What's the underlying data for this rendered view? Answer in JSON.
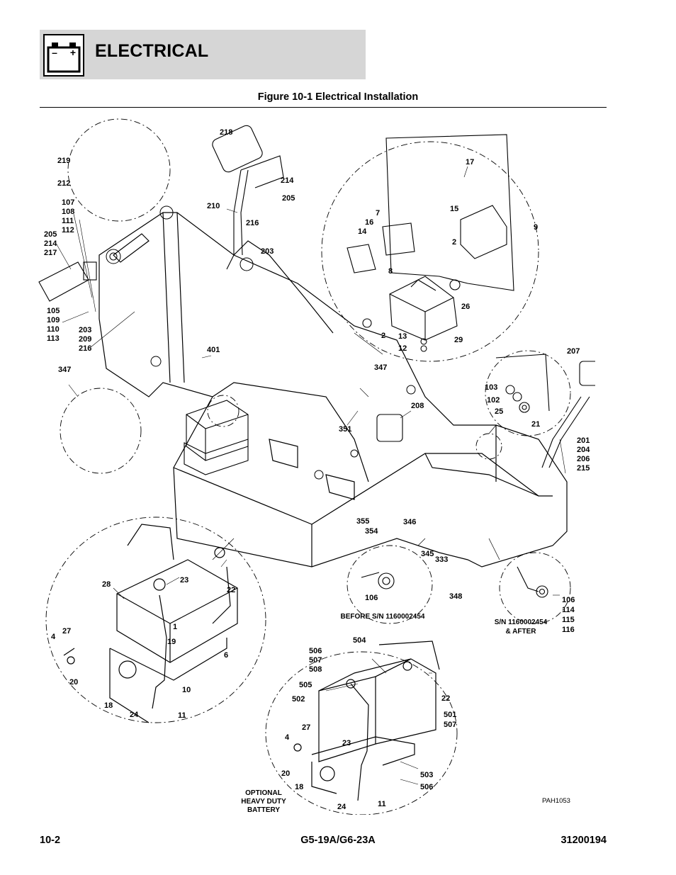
{
  "header": {
    "section_title": "ELECTRICAL",
    "battery_symbols": {
      "minus": "–",
      "plus": "+"
    }
  },
  "figure": {
    "caption": "Figure 10-1 Electrical Installation",
    "drawing_code": "PAH1053",
    "notes": {
      "before_sn": "BEFORE S/N 1160002454",
      "after_sn_1": "S/N 1160002454",
      "after_sn_2": "& AFTER",
      "optional_1": "OPTIONAL",
      "optional_2": "HEAVY DUTY",
      "optional_3": "BATTERY"
    },
    "callouts": [
      {
        "text": "218"
      },
      {
        "text": "219"
      },
      {
        "text": "212"
      },
      {
        "text": "214"
      },
      {
        "text": "205"
      },
      {
        "text": "210"
      },
      {
        "text": "216"
      },
      {
        "text": "203"
      },
      {
        "text": "107"
      },
      {
        "text": "108"
      },
      {
        "text": "111"
      },
      {
        "text": "112"
      },
      {
        "text": "205"
      },
      {
        "text": "214"
      },
      {
        "text": "217"
      },
      {
        "text": "105"
      },
      {
        "text": "109"
      },
      {
        "text": "110"
      },
      {
        "text": "113"
      },
      {
        "text": "203"
      },
      {
        "text": "209"
      },
      {
        "text": "216"
      },
      {
        "text": "401"
      },
      {
        "text": "347"
      },
      {
        "text": "347"
      },
      {
        "text": "351"
      },
      {
        "text": "208"
      },
      {
        "text": "17"
      },
      {
        "text": "7"
      },
      {
        "text": "16"
      },
      {
        "text": "14"
      },
      {
        "text": "15"
      },
      {
        "text": "9"
      },
      {
        "text": "2"
      },
      {
        "text": "8"
      },
      {
        "text": "26"
      },
      {
        "text": "2"
      },
      {
        "text": "13"
      },
      {
        "text": "12"
      },
      {
        "text": "29"
      },
      {
        "text": "207"
      },
      {
        "text": "103"
      },
      {
        "text": "102"
      },
      {
        "text": "25"
      },
      {
        "text": "21"
      },
      {
        "text": "201"
      },
      {
        "text": "204"
      },
      {
        "text": "206"
      },
      {
        "text": "215"
      },
      {
        "text": "355"
      },
      {
        "text": "354"
      },
      {
        "text": "346"
      },
      {
        "text": "345"
      },
      {
        "text": "333"
      },
      {
        "text": "348"
      },
      {
        "text": "106"
      },
      {
        "text": "106"
      },
      {
        "text": "114"
      },
      {
        "text": "115"
      },
      {
        "text": "116"
      },
      {
        "text": "28"
      },
      {
        "text": "23"
      },
      {
        "text": "22"
      },
      {
        "text": "1"
      },
      {
        "text": "19"
      },
      {
        "text": "6"
      },
      {
        "text": "4"
      },
      {
        "text": "27"
      },
      {
        "text": "20"
      },
      {
        "text": "10"
      },
      {
        "text": "18"
      },
      {
        "text": "24"
      },
      {
        "text": "11"
      },
      {
        "text": "504"
      },
      {
        "text": "506"
      },
      {
        "text": "507"
      },
      {
        "text": "508"
      },
      {
        "text": "505"
      },
      {
        "text": "502"
      },
      {
        "text": "22"
      },
      {
        "text": "501"
      },
      {
        "text": "507"
      },
      {
        "text": "27"
      },
      {
        "text": "4"
      },
      {
        "text": "23"
      },
      {
        "text": "20"
      },
      {
        "text": "18"
      },
      {
        "text": "503"
      },
      {
        "text": "506"
      },
      {
        "text": "24"
      },
      {
        "text": "11"
      }
    ]
  },
  "footer": {
    "page_number": "10-2",
    "model": "G5-19A/G6-23A",
    "document_number": "31200194"
  }
}
